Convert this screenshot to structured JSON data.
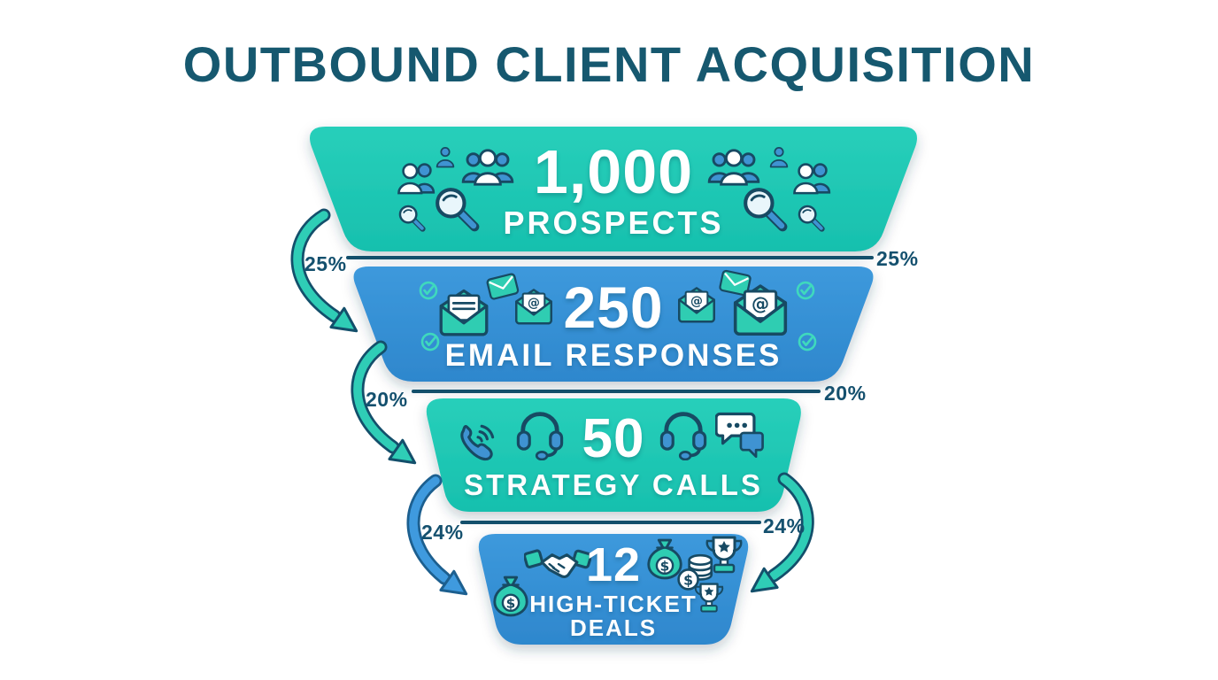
{
  "title": "OUTBOUND CLIENT ACQUISITION",
  "colors": {
    "teal": "#23c9b4",
    "blue": "#3390d6",
    "outline_navy": "#174a63",
    "dark_text": "#14506e",
    "stage_text": "#ffffff"
  },
  "funnel": {
    "stages": [
      {
        "value": "1,000",
        "label": "PROSPECTS",
        "fill": "#23c9b4",
        "icons": [
          "people-pair-icon",
          "person-icon",
          "people-group-icon",
          "magnifying-glass-icon"
        ]
      },
      {
        "value": "250",
        "label": "EMAIL RESPONSES",
        "fill": "#3390d6",
        "icons": [
          "check-circle-icon",
          "open-envelope-icon",
          "closed-envelope-icon",
          "at-envelope-icon"
        ]
      },
      {
        "value": "50",
        "label": "STRATEGY CALLS",
        "fill": "#23c9b4",
        "icons": [
          "phone-call-icon",
          "headset-icon",
          "chat-bubbles-icon"
        ]
      },
      {
        "value": "12",
        "label": "HIGH-TICKET DEALS",
        "fill": "#3390d6",
        "icons": [
          "money-bag-icon",
          "handshake-icon",
          "coins-icon",
          "trophy-icon"
        ]
      }
    ],
    "transitions": [
      {
        "from": "PROSPECTS",
        "to": "EMAIL RESPONSES",
        "left_label": "25%",
        "right_label": "25%"
      },
      {
        "from": "EMAIL RESPONSES",
        "to": "STRATEGY CALLS",
        "left_label": "20%",
        "right_label": "20%"
      },
      {
        "from": "STRATEGY CALLS",
        "to": "HIGH-TICKET DEALS",
        "left_label": "24%",
        "right_label": "24%"
      }
    ]
  }
}
